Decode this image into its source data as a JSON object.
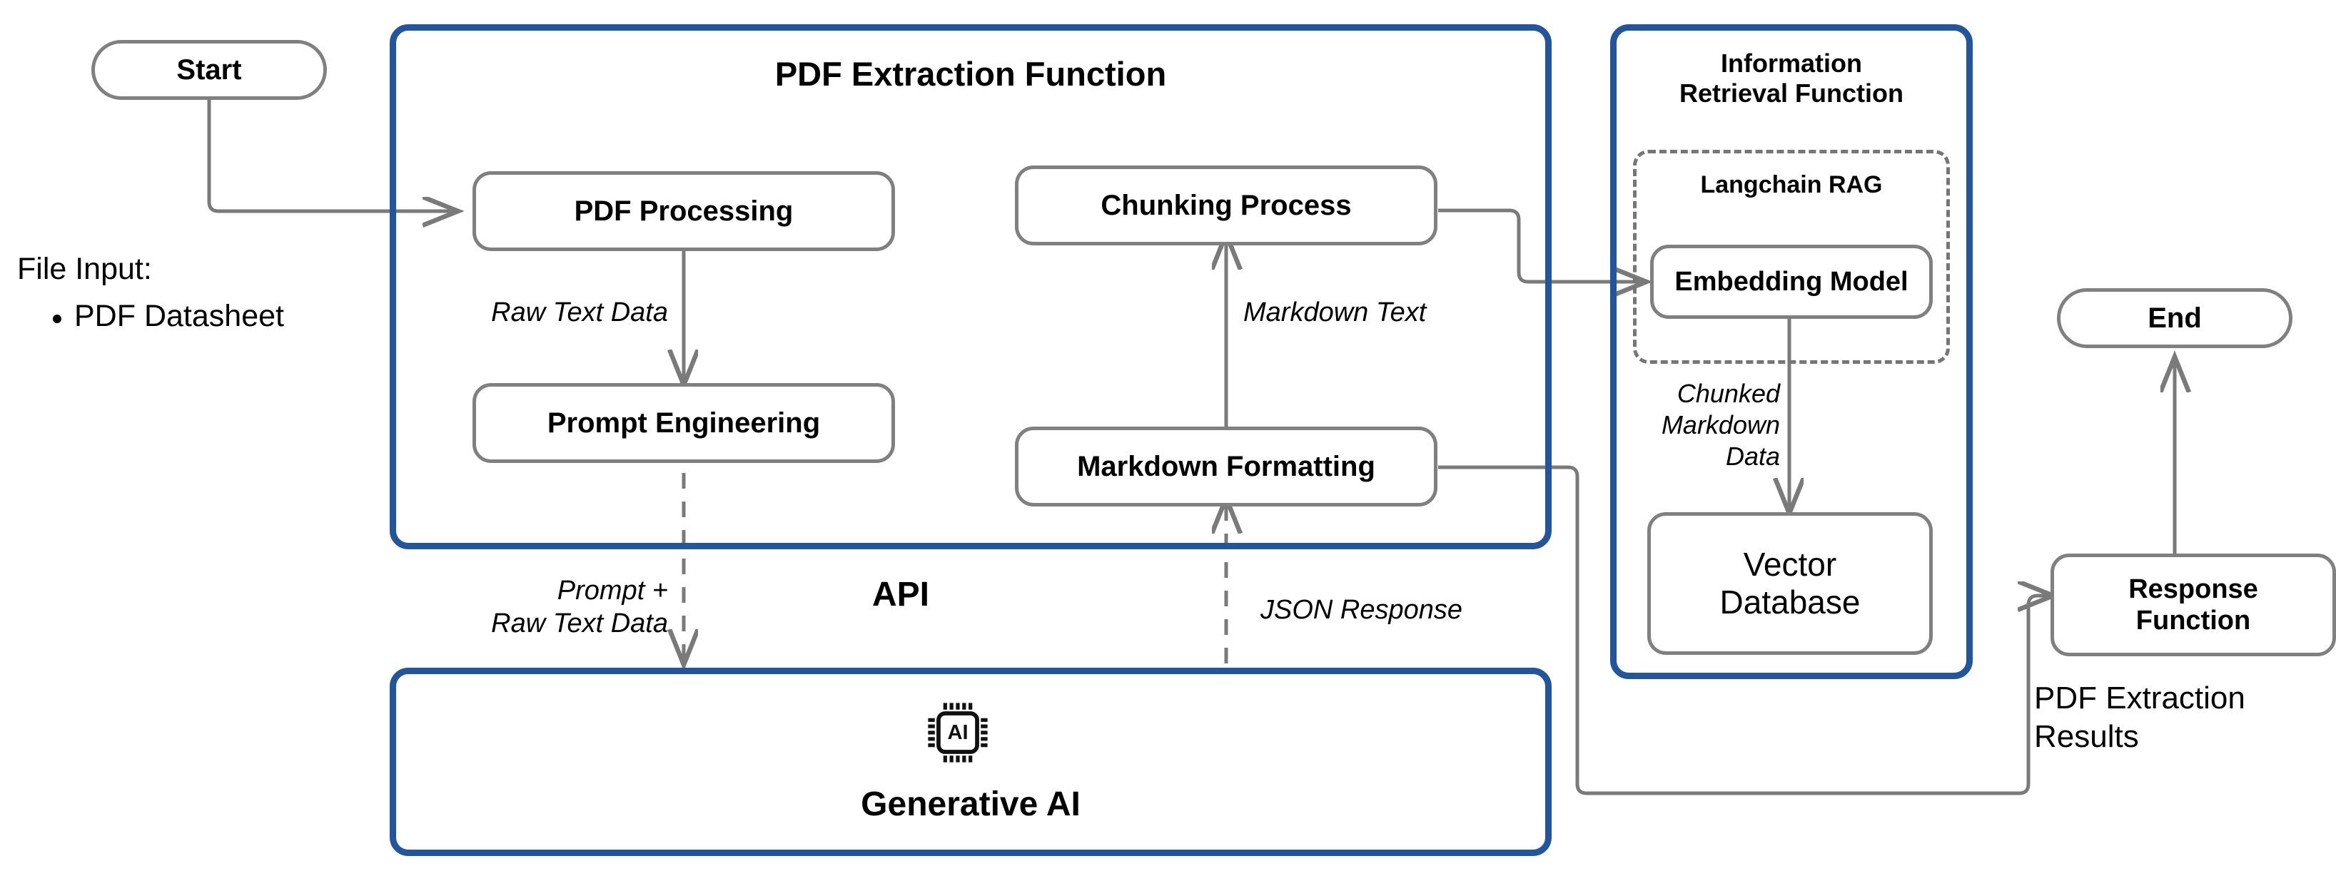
{
  "diagram": {
    "title_hidden": "PDF Extraction RAG Pipeline Flowchart",
    "accent_blue": "#23559C",
    "node_stroke": "#808080",
    "wire_color": "#7A7A7A"
  },
  "terminators": {
    "start": "Start",
    "end": "End"
  },
  "file_input": {
    "heading": "File Input:",
    "items": [
      "PDF Datasheet"
    ]
  },
  "groups": {
    "pdf_extraction": {
      "title": "PDF Extraction Function"
    },
    "information_retrieval": {
      "title": "Information\nRetrieval Function"
    },
    "langchain_rag": {
      "title": "Langchain RAG"
    },
    "generative_ai": {
      "title": "Generative AI",
      "icon": "ai-chip-icon",
      "icon_text": "AI"
    }
  },
  "nodes": {
    "pdf_processing": "PDF Processing",
    "prompt_engineering": "Prompt Engineering",
    "chunking_process": "Chunking Process",
    "markdown_formatting": "Markdown Formatting",
    "embedding_model": "Embedding Model",
    "vector_database": "Vector\nDatabase",
    "response_function": "Response\nFunction"
  },
  "edge_labels": {
    "raw_text_data": "Raw Text Data",
    "markdown_text": "Markdown Text",
    "prompt_plus_raw_text": "Prompt +\nRaw Text Data",
    "json_response": "JSON Response",
    "api": "API",
    "chunked_markdown_data": "Chunked\nMarkdown\nData",
    "pdf_extraction_results": "PDF Extraction\nResults"
  }
}
